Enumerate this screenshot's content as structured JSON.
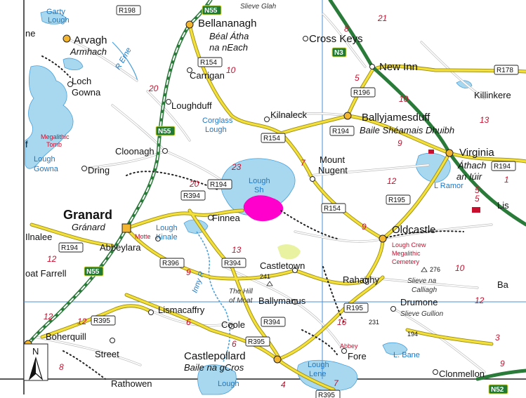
{
  "map": {
    "north_label": "N",
    "places": {
      "arvagh": "Arvagh",
      "arvagh_irish": "Armhach",
      "bellananagh": "Bellananagh",
      "bellananagh_irish_1": "Béal Átha",
      "bellananagh_irish_2": "na nEach",
      "cross_keys": "Cross Keys",
      "new_inn": "New Inn",
      "killinkere": "Killinkere",
      "carrigan": "Carrigan",
      "loch_gowna_1": "Loch",
      "loch_gowna_2": "Gowna",
      "loughduff": "Loughduff",
      "kilnaleck": "Kilnaleck",
      "ballyjamesduff": "Ballyjamesduff",
      "ballyjamesduff_irish": "Baile Shéamais Dhuibh",
      "virginia": "Virginia",
      "cloonagh": "Cloonagh",
      "dring": "Dring",
      "mount_nugent_1": "Mount",
      "mount_nugent_2": "Nugent",
      "granard": "Granard",
      "granard_irish": "Gránard",
      "finnea": "Finnea",
      "oldcastle": "Oldcastle",
      "abbeylara": "Abbeylara",
      "castletown": "Castletown",
      "rahaghy": "Rahaghy",
      "drumone": "Drumone",
      "ballymanus": "Ballymanus",
      "lismacaffry": "Lismacaffry",
      "coole": "Coole",
      "boherquill": "Boherquill",
      "street": "Street",
      "castlepollard": "Castlepollard",
      "castlepollard_irish": "Baile na gCros",
      "fore": "Fore",
      "rathowen": "Rathowen",
      "clonmellon": "Clonmellon",
      "oat_farrell": "oat Farrell",
      "ilnalee": "Ilnalee",
      "ne": "ne",
      "lis": "Lis",
      "ba": "Ba",
      "f": "f"
    },
    "water": {
      "garty_lough_1": "Garty",
      "garty_lough_2": "Lough",
      "river_erne": "R Erne",
      "corglass_lough_1": "Corglass",
      "corglass_lough_2": "Lough",
      "lough_gowna_1": "Lough",
      "lough_gowna_2": "Gowna",
      "lough_sheelin_1": "Lough",
      "lough_sheelin_2": "Sh",
      "lough_kinale_1": "Lough",
      "lough_kinale_2": "Kinale",
      "inny_river": "Inny R",
      "lough_ramor": "L Ramor",
      "lough_lene_1": "Lough",
      "lough_lene_2": "Lene",
      "lough_derravaragh": "Lough",
      "lough_bane": "L. Bane"
    },
    "relief": {
      "slieve_glah": "Slieve Glah",
      "the_hill_of_moat_1": "The Hill",
      "the_hill_of_moat_2": "of Moat",
      "slieve_na_calliagh_1": "Slieve na",
      "slieve_na_calliagh_2": "Calliagh",
      "slieve_gullion": "Slieve Gullion",
      "athach_an_iuir_1": "Áthach",
      "athach_an_iuir_2": "an Iúir",
      "h241": "241",
      "h231": "231",
      "h194": "194",
      "h276": "276"
    },
    "sites": {
      "megalithic_tomb_1": "Megalithic",
      "megalithic_tomb_2": "Tomb",
      "motte": "Motte",
      "lough_crew_1": "Lough Crew",
      "lough_crew_2": "Megalithic",
      "lough_crew_3": "Cemetery",
      "abbey": "Abbey"
    },
    "roads": {
      "n55_top": "N55",
      "n55_mid": "N55",
      "n55_low": "N55",
      "n3": "N3",
      "n52": "N52",
      "r198": "R198",
      "r154_a": "R154",
      "r154_b": "R154",
      "r154_c": "R154",
      "r194_a": "R194",
      "r194_b": "R194",
      "r194_c": "R194",
      "r194_d": "R194",
      "r196": "R196",
      "r178": "R178",
      "r394_a": "R394",
      "r394_b": "R394",
      "r394_c": "R394",
      "r396": "R396",
      "r195_a": "R195",
      "r195_b": "R195",
      "r395_a": "R395",
      "r395_b": "R395",
      "r395_c": "R395"
    },
    "distances": [
      "21",
      "8",
      "5",
      "10",
      "13",
      "9",
      "10",
      "20",
      "23",
      "7",
      "12",
      "9",
      "5",
      "20",
      "9",
      "13",
      "12",
      "10",
      "12",
      "12",
      "16",
      "6",
      "6",
      "3",
      "8",
      "4",
      "7",
      "9",
      "1",
      "5",
      "12"
    ],
    "colors": {
      "water": "#a7d8f0",
      "water_text": "#1a78c8",
      "regional_road": "#f3e03b",
      "national_road": "#2a7a3a",
      "local_road": "#c8c8c8",
      "distance_text": "#c8102e",
      "highlight": "#ff00cc",
      "grid_line": "#4a90d9"
    }
  }
}
